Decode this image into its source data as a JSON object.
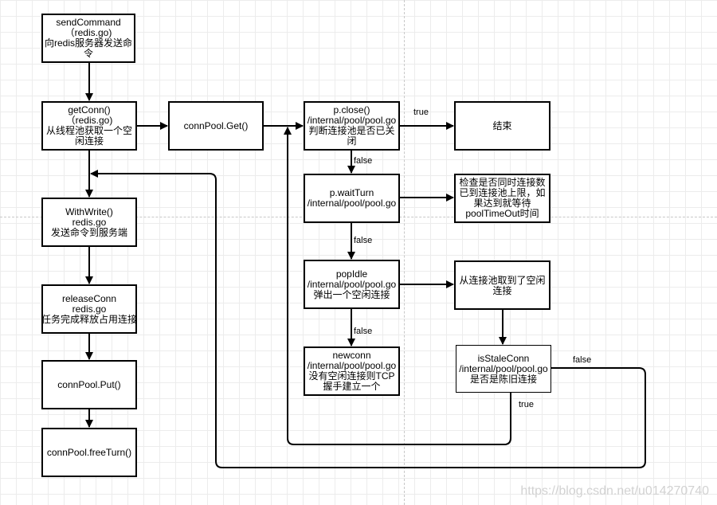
{
  "nodes": {
    "send_command": [
      "sendCommand",
      "（redis.go)",
      "向redis服务器发送命",
      "令"
    ],
    "get_conn": [
      "getConn()",
      "（redis.go)",
      "从线程池获取一个空",
      "闲连接"
    ],
    "with_write": [
      "WithWrite()",
      "redis.go",
      "发送命令到服务端"
    ],
    "release_conn": [
      "releaseConn",
      "redis.go",
      "任务完成释放占用连接"
    ],
    "conn_pool_put": [
      "connPool.Put()"
    ],
    "conn_pool_free_turn": [
      "connPool.freeTurn()"
    ],
    "conn_pool_get": [
      "connPool.Get()"
    ],
    "p_close": [
      "p.close()",
      "/internal/pool/pool.go",
      "判断连接池是否已关",
      "闭"
    ],
    "end": [
      "结束"
    ],
    "wait_turn": [
      "p.waitTurn",
      "/internal/pool/pool.go"
    ],
    "wait_turn_note": [
      "检查是否同时连接数",
      "已到连接池上限，如",
      "果达到就等待",
      "poolTimeOut时间"
    ],
    "pop_idle": [
      "popIdle",
      "/internal/pool/pool.go",
      "弹出一个空闲连接"
    ],
    "got_idle": [
      "从连接池取到了空闲",
      "连接"
    ],
    "new_conn": [
      "newconn",
      "/internal/pool/pool.go",
      "没有空闲连接则TCP",
      "握手建立一个"
    ],
    "is_stale_conn": [
      "isStaleConn",
      "/internal/pool/pool.go",
      "是否是陈旧连接"
    ]
  },
  "edge_labels": {
    "true_end": "true",
    "false_wait": "false",
    "false_pop": "false",
    "false_new": "false",
    "stale_false": "false",
    "stale_true": "true"
  },
  "watermark": "https://blog.csdn.net/u014270740"
}
